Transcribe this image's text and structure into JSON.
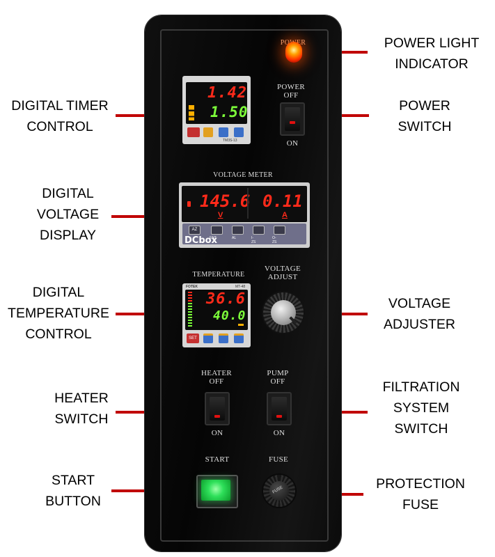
{
  "callouts": {
    "power_light": "POWER LIGHT\nINDICATOR",
    "timer": "DIGITAL TIMER\nCONTROL",
    "power_switch": "POWER\nSWITCH",
    "voltage_display": "DIGITAL\nVOLTAGE\nDISPLAY",
    "temperature": "DIGITAL\nTEMPERATURE\nCONTROL",
    "voltage_adjuster": "VOLTAGE\nADJUSTER",
    "heater_switch": "HEATER\nSWITCH",
    "filtration_switch": "FILTRATION\nSYSTEM\nSWITCH",
    "start_button": "START\nBUTTON",
    "fuse": "PROTECTION\nFUSE"
  },
  "panel": {
    "power_label": "POWER",
    "power_switch": {
      "top": "POWER\nOFF",
      "bottom": "ON"
    },
    "timer": {
      "upper": "1.42",
      "lower": "1.50",
      "model": "TM3S-13"
    },
    "voltage_meter": {
      "title": "VOLTAGE METER",
      "volts": "145.6",
      "amps": "0.11",
      "volt_unit": "V",
      "amp_unit": "A",
      "brand": "DCbox",
      "buttons": [
        "AZ",
        "ENT",
        "AL",
        "I-ZS",
        "O-ZS"
      ]
    },
    "temperature": {
      "title": "TEMPERATURE",
      "pv": "36.6",
      "sv": "40.0",
      "brand": "FOTEK",
      "model": "MT-48",
      "set_label": "SET"
    },
    "voltage_adjust_label": "VOLTAGE\nADJUST",
    "heater_switch": {
      "top": "HEATER\nOFF",
      "bottom": "ON"
    },
    "pump_switch": {
      "top": "PUMP\nOFF",
      "bottom": "ON"
    },
    "start_label": "START",
    "fuse_label": "FUSE",
    "fuse_cap_text": "FUSE"
  },
  "colors": {
    "arrow": "#c00000",
    "led_red": "#ff2a1a",
    "led_green": "#7dff3a",
    "start_green": "#2ee05a"
  }
}
